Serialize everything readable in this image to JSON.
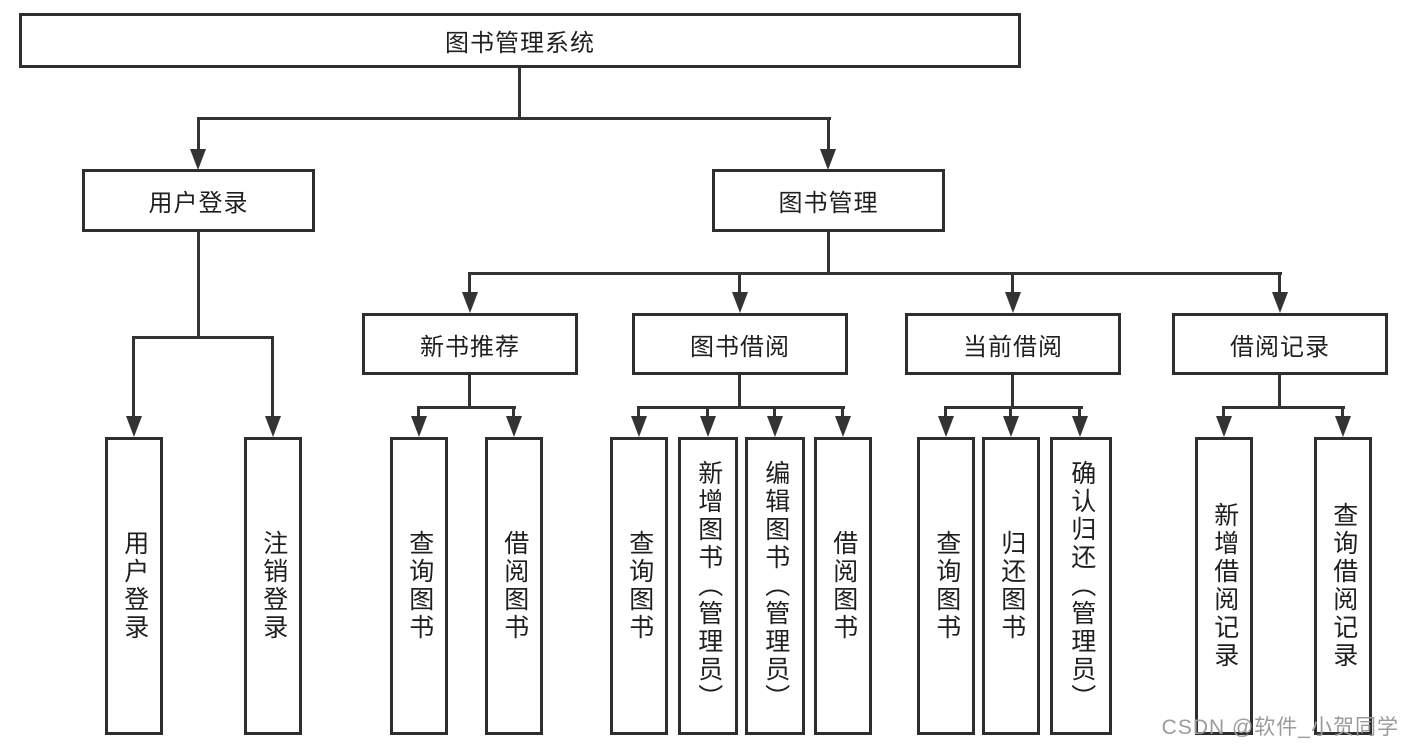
{
  "diagram": {
    "root": {
      "label": "图书管理系统"
    },
    "branches": [
      {
        "label": "用户登录",
        "children": [
          {
            "label": "用户登录"
          },
          {
            "label": "注销登录"
          }
        ]
      },
      {
        "label": "图书管理",
        "children": [
          {
            "label": "新书推荐",
            "children": [
              {
                "label": "查询图书"
              },
              {
                "label": "借阅图书"
              }
            ]
          },
          {
            "label": "图书借阅",
            "children": [
              {
                "label": "查询图书"
              },
              {
                "label": "新增图书（管理员）"
              },
              {
                "label": "编辑图书（管理员）"
              },
              {
                "label": "借阅图书"
              }
            ]
          },
          {
            "label": "当前借阅",
            "children": [
              {
                "label": "查询图书"
              },
              {
                "label": "归还图书"
              },
              {
                "label": "确认归还（管理员）"
              }
            ]
          },
          {
            "label": "借阅记录",
            "children": [
              {
                "label": "新增借阅记录"
              },
              {
                "label": "查询借阅记录"
              }
            ]
          }
        ]
      }
    ]
  },
  "colors": {
    "line": "#333333",
    "box_border": "#2e2e2e",
    "text": "#1f1f1f",
    "watermark": "#9b9b9b"
  },
  "watermark": {
    "text": "CSDN @软件_小贺同学"
  }
}
